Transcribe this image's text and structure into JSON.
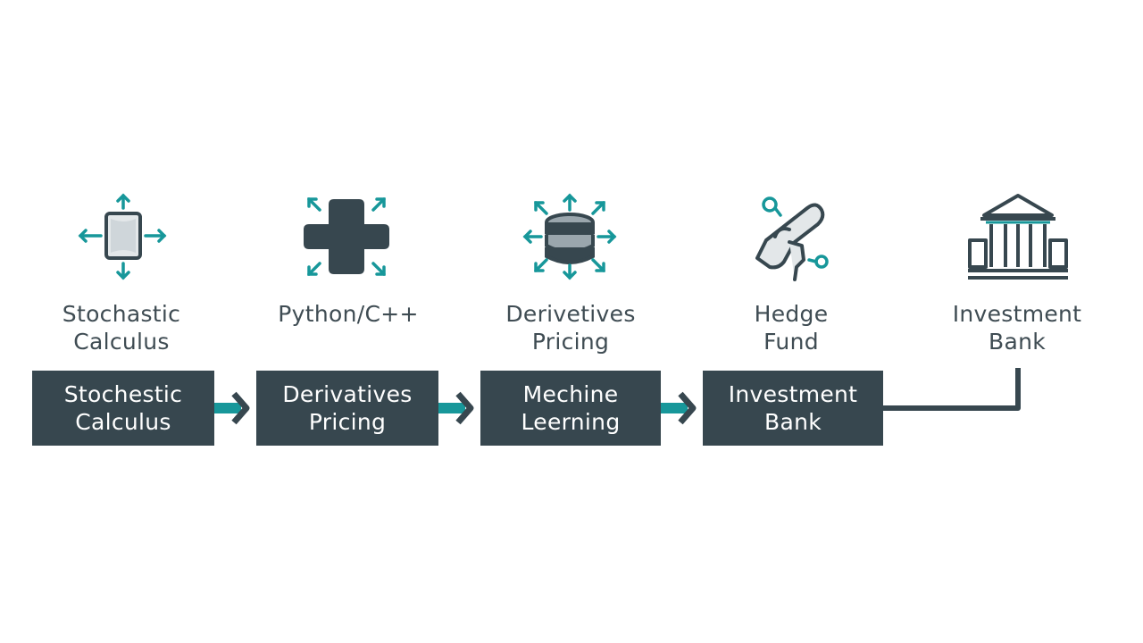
{
  "colors": {
    "dark": "#37474f",
    "teal": "#17979a",
    "text": "#3f4c53"
  },
  "top_row": [
    {
      "icon": "box-with-arrows-icon",
      "line1": "Stochastic",
      "line2": "Calculus"
    },
    {
      "icon": "plus-cross-icon",
      "line1": "Python/C++",
      "line2": ""
    },
    {
      "icon": "database-arrows-icon",
      "line1": "Derivetives",
      "line2": "Pricing"
    },
    {
      "icon": "hedge-hand-icon",
      "line1": "Hedge",
      "line2": "Fund"
    },
    {
      "icon": "bank-building-icon",
      "line1": "Investment",
      "line2": "Bank"
    }
  ],
  "boxes": [
    {
      "line1": "Stochestic",
      "line2": "Calculus"
    },
    {
      "line1": "Derivatives",
      "line2": "Pricing"
    },
    {
      "line1": "Mechine",
      "line2": "Leerning"
    },
    {
      "line1": "Investment",
      "line2": "Bank"
    }
  ]
}
